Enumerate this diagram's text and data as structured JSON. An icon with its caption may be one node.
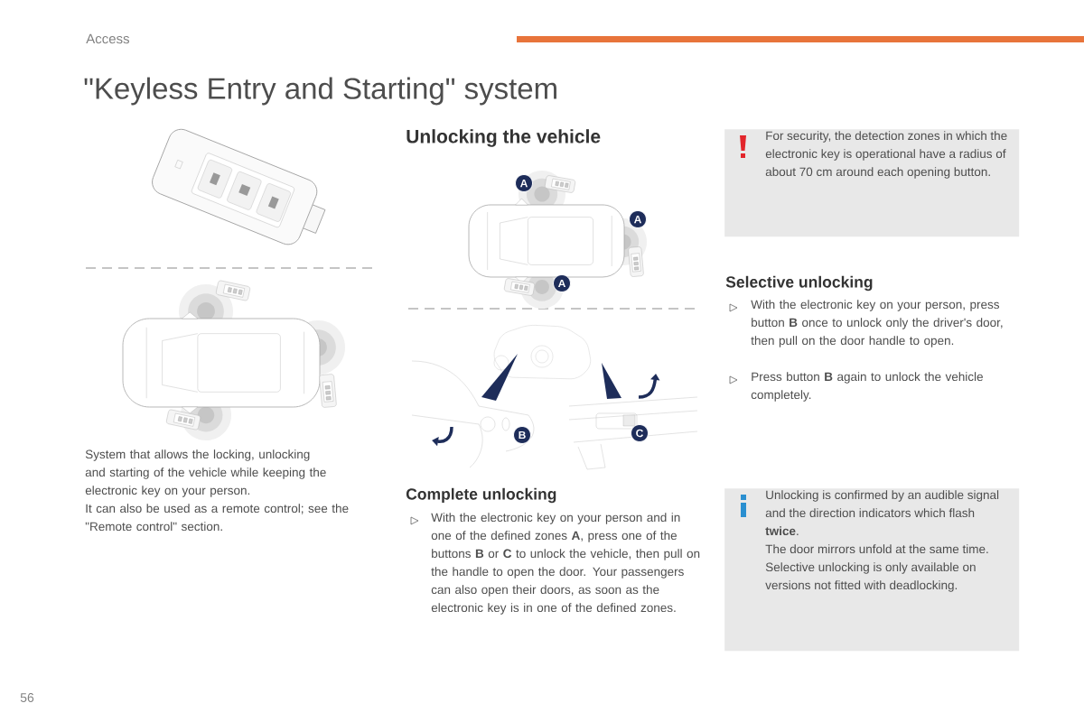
{
  "diagram": {
    "title": "\"Keyless Entry and Starting\" system",
    "nodes": [
      {
        "text": [
          "For security, the detection zones in which the electronic key is operational have a radius of about 70 cm around each opening button."
        ]
      },
      {
        "text": [
          "Unlocking is confirmed by an audible signal and the direction indicators which flash **twice**.",
          "The door mirrors unfold at the same time.",
          "Selective unlocking is only available on versions not fitted with deadlocking."
        ]
      }
    ],
    "edges": [],
    "labels": [
      "Access",
      "Unlocking the vehicle",
      "A",
      "A",
      "A",
      "B",
      "C",
      "System that allows the locking, unlocking and starting of the vehicle while keeping the electronic key on your person.",
      "It can also be used as a remote control; see the \"Remote control\" section.",
      "Complete unlocking",
      "With the electronic key on your person and in one of the defined zones **A**, press one of the buttons **B** or **C** to unlock the vehicle, then pull on the handle to open the door. Your passengers can also open their doors, as soon as the electronic key is in one of the defined zones.",
      "Selective unlocking",
      "With the electronic key on your person, press button **B** once to unlock only the driver's door, then pull on the door handle to open.",
      "Press button **B** again to unlock the vehicle completely.",
      "56"
    ]
  }
}
